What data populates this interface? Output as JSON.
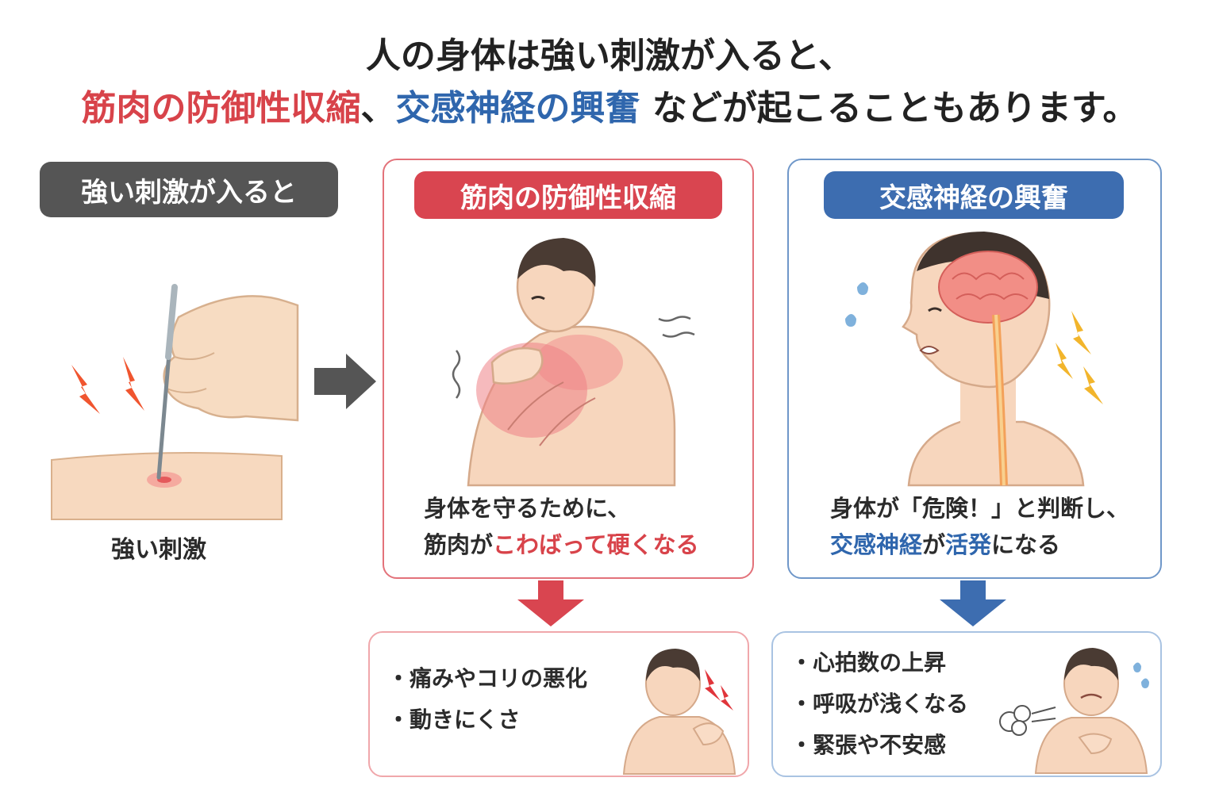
{
  "title": {
    "line1": "人の身体は強い刺激が入ると、",
    "line2_red": "筋肉の防御性収縮",
    "line2_sep": "、",
    "line2_blue": "交感神経の興奮",
    "line2_rest": " などが起こることもあります。"
  },
  "stimulus": {
    "header": "強い刺激が入ると",
    "caption": "強い刺激"
  },
  "muscle": {
    "header": "筋肉の防御性収縮",
    "desc_line1": "身体を守るために、",
    "desc_line2_pre": "筋肉が",
    "desc_line2_hl": "こわばって硬くなる",
    "effects": [
      "・痛みやコリの悪化",
      "・動きにくさ"
    ]
  },
  "sympathetic": {
    "header": "交感神経の興奮",
    "desc_line1": "身体が「危険！」と判断し、",
    "desc_line2_hl1": "交感神経",
    "desc_line2_mid": "が",
    "desc_line2_hl2": "活発",
    "desc_line2_post": "になる",
    "effects": [
      "・心拍数の上昇",
      "・呼吸が浅くなる",
      "・緊張や不安感"
    ]
  },
  "colors": {
    "red": "#d94550",
    "blue": "#3d6db0",
    "gray": "#555555",
    "skin": "#f7d9bf"
  }
}
